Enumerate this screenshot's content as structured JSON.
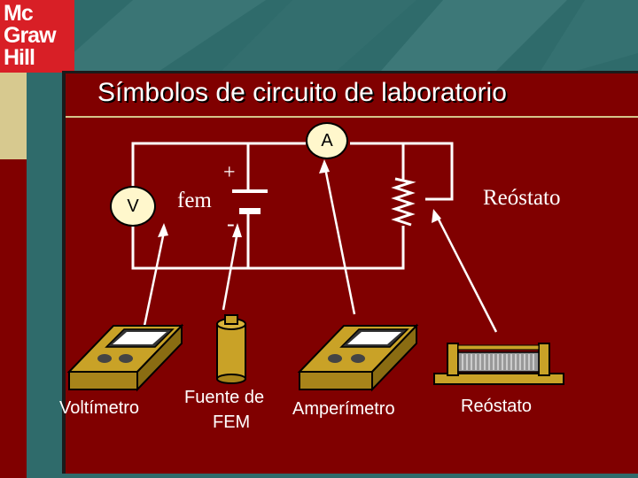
{
  "logo": {
    "lines": [
      "Mc",
      "Graw",
      "Hill"
    ]
  },
  "title": "Símbolos de circuito de laboratorio",
  "circuit": {
    "ammeter_symbol": "A",
    "voltmeter_symbol": "V",
    "emf_label": "fem",
    "plus_sign": "+",
    "minus_sign": "-",
    "rheostat_label": "Reóstato"
  },
  "devices": {
    "voltmeter": "Voltímetro",
    "emf_source_line1": "Fuente de",
    "emf_source_line2": "FEM",
    "ammeter": "Amperímetro",
    "rheostat": "Reóstato"
  },
  "colors": {
    "background": "#2f6b6b",
    "slide": "#800000",
    "device_body": "#c9a227",
    "logo_red": "#d81f26"
  }
}
